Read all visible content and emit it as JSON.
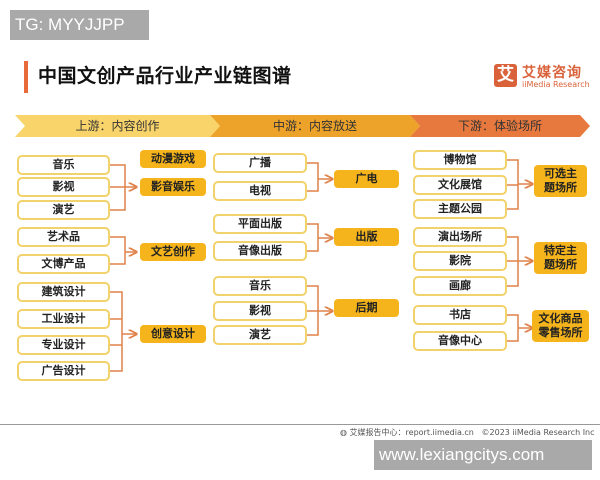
{
  "watermark_top": "TG: MYYJJPP",
  "watermark_bottom": "www.lexiangcitys.com",
  "title": "中国文创产品行业产业链图谱",
  "logo": {
    "mark": "艾",
    "cn": "艾媒咨询",
    "en": "iiMedia Research",
    "color": "#d9623a"
  },
  "stages": [
    {
      "label": "上游：内容创作",
      "color": "#f8d46b"
    },
    {
      "label": "中游：内容放送",
      "color": "#eda329"
    },
    {
      "label": "下游：体验场所",
      "color": "#e8793e"
    }
  ],
  "upstream": {
    "items": [
      "音乐",
      "影视",
      "演艺",
      "艺术品",
      "文博产品",
      "建筑设计",
      "工业设计",
      "专业设计",
      "广告设计"
    ],
    "categories": [
      "动漫游戏",
      "影音娱乐",
      "文艺创作",
      "创意设计"
    ]
  },
  "midstream": {
    "items": [
      "广播",
      "电视",
      "平面出版",
      "音像出版",
      "音乐",
      "影视",
      "演艺"
    ],
    "categories": [
      "广电",
      "出版",
      "后期"
    ]
  },
  "downstream": {
    "items": [
      "博物馆",
      "文化展馆",
      "主题公园",
      "演出场所",
      "影院",
      "画廊",
      "书店",
      "音像中心"
    ],
    "categories": [
      "可选主\n题场所",
      "特定主\n题场所",
      "文化商品\n零售场所"
    ]
  },
  "footer": {
    "source": "艾媒报告中心：report.iimedia.cn",
    "copyright": "©2023  iiMedia Research  Inc"
  },
  "colors": {
    "node_border": "#f2d26b",
    "category_fill": "#f5b41c",
    "connector": "#e0824a",
    "accent": "#e8693a"
  }
}
